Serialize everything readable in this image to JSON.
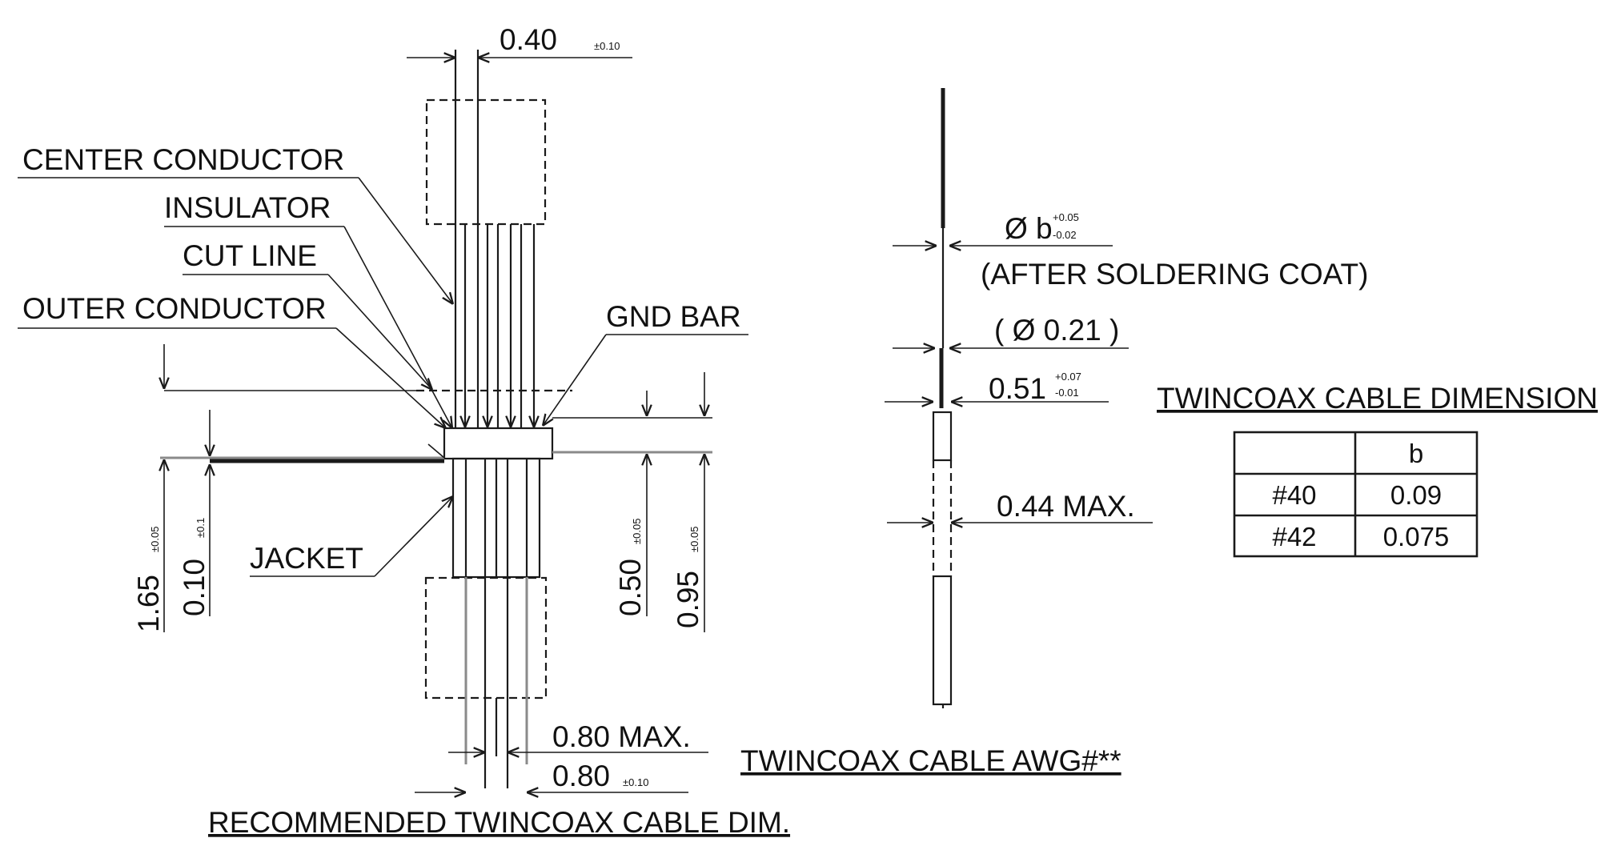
{
  "labels": {
    "dim_040": "0.40",
    "tol_010": "±0.10",
    "center_conductor": "CENTER CONDUCTOR",
    "insulator": "INSULATOR",
    "cut_line": "CUT LINE",
    "outer_conductor": "OUTER CONDUCTOR",
    "gnd_bar": "GND BAR",
    "jacket": "JACKET",
    "dim_165": "1.65",
    "tol_165": "±0.05",
    "dim_010": "0.10",
    "tol_010v": "±0.1",
    "dim_050": "0.50",
    "tol_050": "±0.05",
    "dim_095": "0.95",
    "tol_095": "±0.05",
    "dim_080_max": "0.80 MAX.",
    "dim_080": "0.80",
    "tol_080": "±0.10",
    "recommended_title": "RECOMMENDED TWINCOAX CABLE DIM.",
    "phi_b": "Ø b",
    "phi_b_tol_plus": "+0.05",
    "phi_b_tol_minus": "-0.02",
    "after_soldering": "(AFTER SOLDERING COAT)",
    "phi_021": "( Ø 0.21 )",
    "dim_051": "0.51",
    "tol_051_plus": "+0.07",
    "tol_051_minus": "-0.01",
    "dim_044": "0.44 MAX.",
    "cable_awg": "TWINCOAX CABLE AWG#**",
    "table_title": "TWINCOAX CABLE DIMENSION"
  },
  "table": {
    "header": [
      "",
      "b"
    ],
    "rows": [
      [
        "#40",
        "0.09"
      ],
      [
        "#42",
        "0.075"
      ]
    ]
  }
}
